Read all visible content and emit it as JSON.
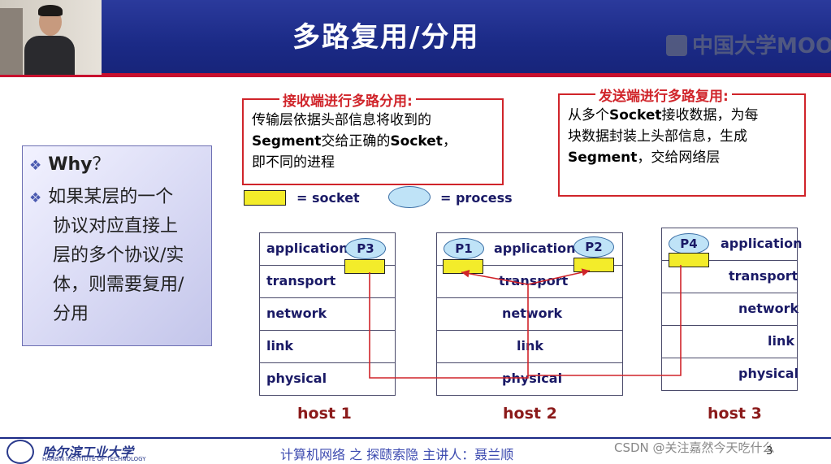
{
  "header": {
    "title": "多路复用/分用",
    "mooc_logo_text": "中国大学MOOC"
  },
  "demux_box": {
    "caption": "接收端进行多路分用:",
    "line1": "传输层依据头部信息将收到的",
    "line2_bold": "Segment",
    "line2_rest": "交给正确的",
    "line2_bold2": "Socket",
    "line2_end": "，",
    "line3": "即不同的进程"
  },
  "mux_box": {
    "caption": "发送端进行多路复用:",
    "line1_pre": "从多个",
    "line1_bold": "Socket",
    "line1_rest": "接收数据，为每",
    "line2": "块数据封装上头部信息，生成",
    "line3_bold": "Segment",
    "line3_rest": "，交给网络层"
  },
  "why_panel": {
    "bullet1": "Why",
    "bullet1_suffix": "？",
    "bullet2_lines": [
      "如果某层的一个",
      "协议对应直接上",
      "层的多个协议/实",
      "体，则需要复用/",
      "分用"
    ]
  },
  "legend": {
    "socket_label": "= socket",
    "process_label": "= process"
  },
  "layers": [
    "application",
    "transport",
    "network",
    "link",
    "physical"
  ],
  "hosts": [
    {
      "label": "host 1",
      "processes": [
        "P3"
      ]
    },
    {
      "label": "host 2",
      "processes": [
        "P1",
        "P2"
      ]
    },
    {
      "label": "host 3",
      "processes": [
        "P4"
      ]
    }
  ],
  "colors": {
    "header_bg": "#1b2a86",
    "accent_red": "#d0242a",
    "socket_yellow": "#f3ec2a",
    "process_blue": "#bfe3f7"
  },
  "footer": {
    "university_cn": "哈尔滨工业大学",
    "university_en": "HARBIN INSTITUTE OF TECHNOLOGY",
    "course": "计算机网络 之 探赜索隐     主讲人：聂兰顺",
    "watermark": "CSDN @关注嘉然今天吃什么",
    "page_number": "3"
  }
}
